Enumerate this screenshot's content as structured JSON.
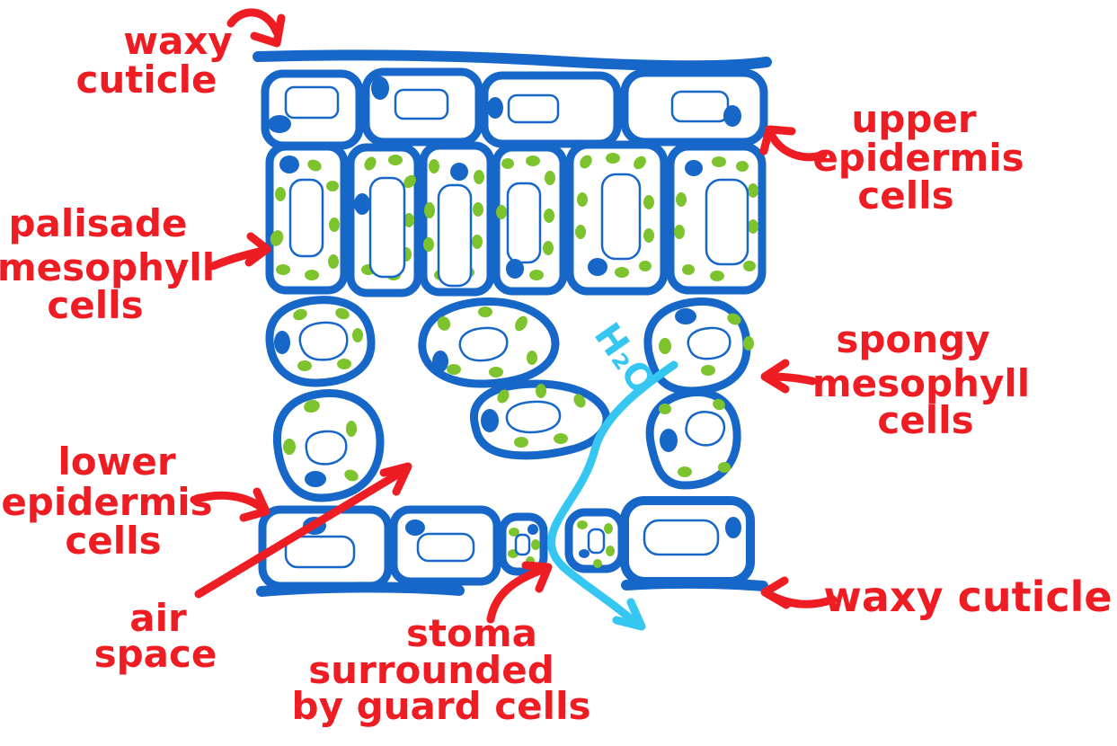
{
  "title": "Leaf cross-section diagram",
  "colors": {
    "cell_outline": "#1667C8",
    "nucleus": "#1667C8",
    "chloroplast": "#7CC32E",
    "label_red": "#EE1D23",
    "water_cyan": "#35C6F2",
    "background": "#FFFFFF"
  },
  "labels": {
    "waxy_cuticle_top": {
      "lines": [
        "waxy",
        "cuticle"
      ]
    },
    "upper_epidermis": {
      "lines": [
        "upper",
        "epidermis",
        "cells"
      ]
    },
    "palisade_mesophyll": {
      "lines": [
        "palisade",
        "mesophyll",
        "cells"
      ]
    },
    "spongy_mesophyll": {
      "lines": [
        "spongy",
        "mesophyll",
        "cells"
      ]
    },
    "lower_epidermis": {
      "lines": [
        "lower",
        "epidermis",
        "cells"
      ]
    },
    "air_space": {
      "lines": [
        "air",
        "space"
      ]
    },
    "stoma": {
      "lines": [
        "stoma",
        "surrounded",
        "by guard cells"
      ]
    },
    "waxy_cuticle_bottom": {
      "lines": [
        "waxy cuticle"
      ]
    },
    "water": {
      "formula": "H₂O"
    }
  },
  "diagram": {
    "structures": [
      "waxy cuticle (top)",
      "upper epidermis cells",
      "palisade mesophyll cells",
      "spongy mesophyll cells",
      "air space",
      "lower epidermis cells",
      "stoma surrounded by guard cells",
      "waxy cuticle (bottom)",
      "H2O exiting through stoma"
    ],
    "counts": {
      "upper_epidermis_cells": 4,
      "palisade_mesophyll_cells": 6,
      "spongy_mesophyll_cells": 6,
      "lower_epidermis_cells": 3,
      "guard_cells": 2
    }
  }
}
